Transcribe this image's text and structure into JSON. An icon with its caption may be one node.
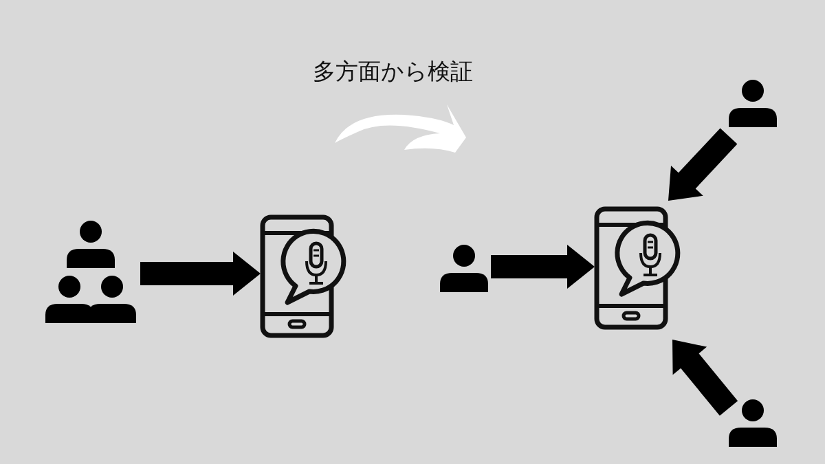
{
  "diagram": {
    "nodes": [
      {
        "text": [],
        "shape": "people"
      },
      {
        "text": [],
        "shape": "phone"
      },
      {
        "text": [],
        "shape": "person"
      },
      {
        "text": [],
        "shape": "phone"
      },
      {
        "text": [],
        "shape": "person"
      },
      {
        "text": [],
        "shape": "person"
      }
    ],
    "edges": [
      {
        "from": 0,
        "to": 1,
        "arrow": "to"
      },
      {
        "from": 2,
        "to": 3,
        "arrow": "to"
      },
      {
        "from": 4,
        "to": 3,
        "arrow": "to"
      },
      {
        "from": 5,
        "to": 3,
        "arrow": "to"
      }
    ],
    "labels": [
      "多方面から検証"
    ]
  }
}
